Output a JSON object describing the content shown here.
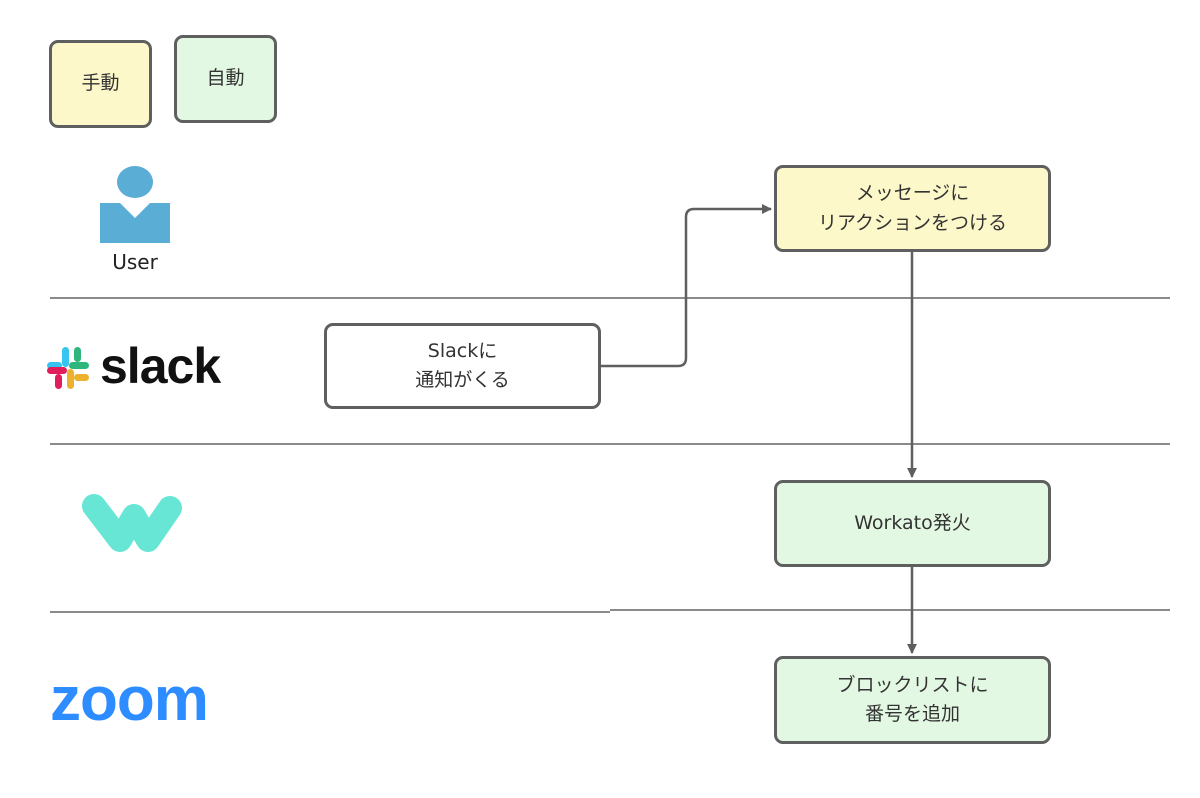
{
  "legend": {
    "manual_label": "手動",
    "auto_label": "自動"
  },
  "lanes": {
    "user": {
      "label": "User",
      "icon": "user-icon"
    },
    "slack": {
      "logo_text": "slack",
      "icon": "slack-logo-icon"
    },
    "workato": {
      "icon": "workato-logo-icon"
    },
    "zoom": {
      "logo_text": "zoom",
      "icon": "zoom-logo-icon"
    }
  },
  "nodes": {
    "slack_notify": {
      "line1": "Slackに",
      "line2": "通知がくる"
    },
    "react_message": {
      "line1": "メッセージに",
      "line2": "リアクションをつける"
    },
    "workato_fire": {
      "line1": "Workato発火"
    },
    "add_blocklist": {
      "line1": "ブロックリストに",
      "line2": "番号を追加"
    }
  },
  "colors": {
    "manual_fill": "#fdf8c9",
    "auto_fill": "#e3f8e3",
    "border": "#5f5f5f",
    "connector": "#5f5f5f",
    "user_icon": "#5aaed6",
    "workato": "#67e6d6",
    "zoom": "#2d8cff",
    "slack_text": "#111111"
  }
}
